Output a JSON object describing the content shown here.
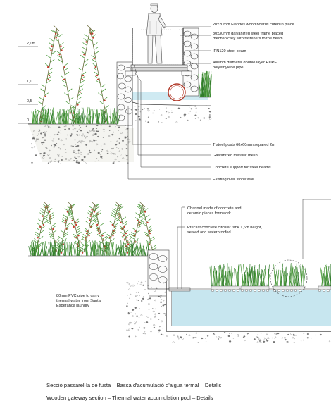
{
  "top_section": {
    "level_labels": [
      "2,0m",
      "1,0",
      "0,5",
      "0"
    ],
    "annotations": [
      "20x20mm Flandes wood boards cuted in place",
      "30x30mm galvanized steel frame placed",
      "mechanically with fasteners to the beam",
      "IPN120 steel beam",
      "400mm diameter double layer HDPE",
      "polyethylene pipe",
      "T steel posts 60x60mm separed 2m",
      "Galvanized metallic mesh",
      "Concrete support for steel beams",
      "Existing river stone wall"
    ]
  },
  "bottom_section": {
    "annotations": [
      "Channel made of concrete and",
      "ceramic pieces formwork",
      "Precast concrete circular tank 1,6m height,",
      "sealed and waterproofed",
      "80mm PVC pipe to carry",
      "thermal water from Santa",
      "Esperanca laundry"
    ]
  },
  "captions": {
    "catalan": "Secció passarel·la de fusta – Bassa d'acumulació d'aigua termal – Detalls",
    "english": "Wooden gateway section – Thermal water accumulation pool – Details"
  },
  "colors": {
    "ink": "#333333",
    "grass": "#4c9a3c",
    "grass_dark": "#2f7a2a",
    "berries": "#c23a2a",
    "water": "#bfe3ee",
    "stone": "#555555"
  }
}
